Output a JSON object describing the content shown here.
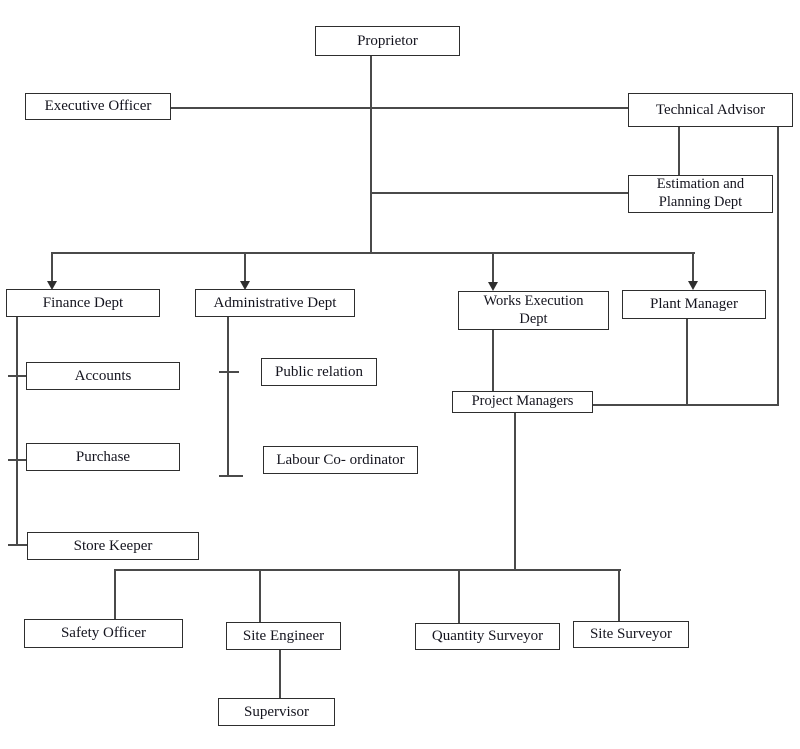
{
  "diagram": {
    "type": "organization-chart",
    "nodes": {
      "proprietor": "Proprietor",
      "executive_officer": "Executive Officer",
      "technical_advisor": "Technical Advisor",
      "estimation_planning": "Estimation and\nPlanning Dept",
      "finance_dept": "Finance Dept",
      "administrative_dept": "Administrative Dept",
      "works_execution_dept": "Works Execution\nDept",
      "plant_manager": "Plant Manager",
      "accounts": "Accounts",
      "purchase": "Purchase",
      "store_keeper": "Store Keeper",
      "public_relation": "Public relation",
      "labour_coordinator": "Labour Co- ordinator",
      "project_managers": "Project Managers",
      "safety_officer": "Safety Officer",
      "site_engineer": "Site Engineer",
      "quantity_surveyor": "Quantity Surveyor",
      "site_surveyor": "Site Surveyor",
      "supervisor": "Supervisor"
    },
    "hierarchy": {
      "Proprietor": [
        "Executive Officer",
        "Technical Advisor",
        "Finance Dept",
        "Administrative Dept",
        "Works Execution Dept",
        "Plant Manager"
      ],
      "Technical Advisor": [
        "Estimation and Planning Dept"
      ],
      "Finance Dept": [
        "Accounts",
        "Purchase",
        "Store Keeper"
      ],
      "Administrative Dept": [
        "Public relation",
        "Labour Co- ordinator"
      ],
      "Works Execution Dept": [
        "Project Managers"
      ],
      "Project Managers": [
        "Safety Officer",
        "Site Engineer",
        "Quantity Surveyor",
        "Site Surveyor"
      ],
      "Site Engineer": [
        "Supervisor"
      ]
    },
    "colors": {
      "background": "#ffffff",
      "box_border": "#2e2e2e",
      "line": "#4a4a4a",
      "text": "#14141e"
    }
  }
}
